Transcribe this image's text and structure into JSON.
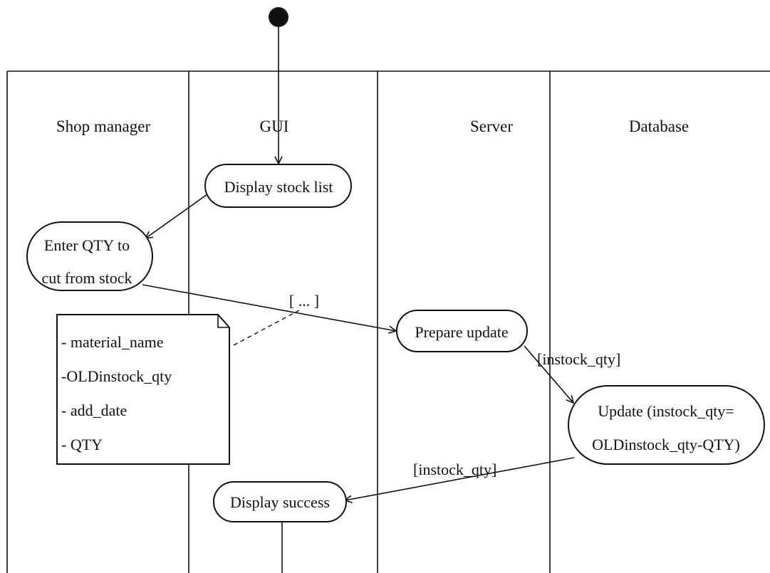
{
  "swimlanes": [
    {
      "id": "shop-manager",
      "label": "Shop manager"
    },
    {
      "id": "gui",
      "label": "GUI"
    },
    {
      "id": "server",
      "label": "Server"
    },
    {
      "id": "database",
      "label": "Database"
    }
  ],
  "activities": {
    "display_stock_list": {
      "lines": [
        "Display stock list"
      ]
    },
    "enter_qty": {
      "lines": [
        "Enter QTY to",
        "cut from stock"
      ]
    },
    "prepare_update": {
      "lines": [
        "Prepare update"
      ]
    },
    "update": {
      "lines": [
        "Update (instock_qty=",
        "OLDinstock_qty-QTY)"
      ]
    },
    "display_success": {
      "lines": [
        "Display success"
      ]
    }
  },
  "note": {
    "lines": [
      "- material_name",
      "-OLDinstock_qty",
      "- add_date",
      "- QTY"
    ]
  },
  "guards": {
    "enter_to_prepare": "[ ... ]",
    "prepare_to_update": "[instock_qty]",
    "update_to_success": "[instock_qty]"
  },
  "colors": {
    "ink": "#111111",
    "background": "#ffffff"
  }
}
